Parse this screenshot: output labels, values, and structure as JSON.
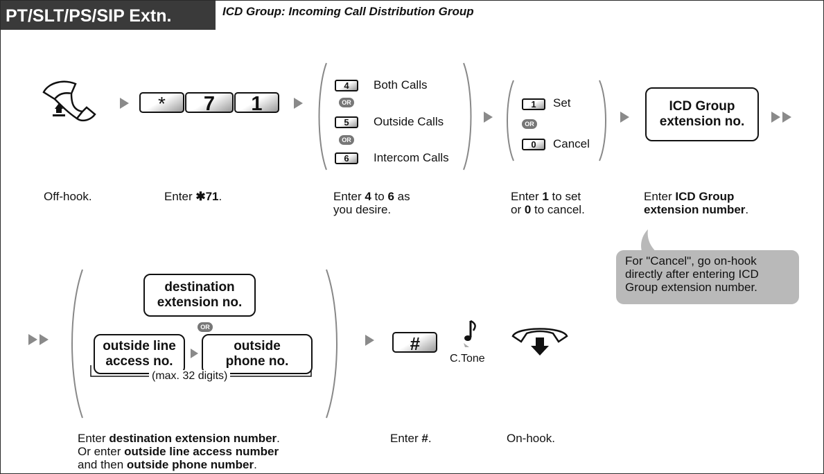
{
  "header": {
    "tab_label": "PT/SLT/PS/SIP Extn.",
    "subtitle": "ICD Group: Incoming Call Distribution Group"
  },
  "keys": {
    "star": "*",
    "seven": "7",
    "one": "1",
    "hash": "#",
    "four": "4",
    "five": "5",
    "six": "6",
    "set_one": "1",
    "cancel_zero": "0"
  },
  "or_label": "OR",
  "choice_group": {
    "both_calls": "Both Calls",
    "outside_calls": "Outside Calls",
    "intercom_calls": "Intercom Calls"
  },
  "set_cancel": {
    "set": "Set",
    "cancel": "Cancel"
  },
  "boxes": {
    "icd_group_ext": "ICD Group\nextension no.",
    "destination_ext": "destination\nextension no.",
    "outside_line_access": "outside line\naccess no.",
    "outside_phone": "outside\nphone no."
  },
  "max_digits": "(max. 32 digits)",
  "tone_label": "C.Tone",
  "steps": {
    "off_hook": "Off-hook.",
    "enter_71_prefix": "Enter ",
    "enter_71_code": "✱71",
    "enter_71_suffix": ".",
    "enter_4_6_a": "Enter ",
    "enter_4_6_four": "4",
    "enter_4_6_b": " to ",
    "enter_4_6_six": "6",
    "enter_4_6_c": " as",
    "enter_4_6_line2": "you desire.",
    "set_cancel_a": "Enter ",
    "set_cancel_one": "1",
    "set_cancel_b": " to set",
    "set_cancel_c": "or ",
    "set_cancel_zero": "0",
    "set_cancel_d": " to cancel.",
    "icd_a": "Enter ",
    "icd_bold1": "ICD Group",
    "icd_bold2": "extension number",
    "icd_end": ".",
    "dest_a": "Enter ",
    "dest_bold": "destination extension number",
    "dest_end": ".",
    "or_enter": "Or enter ",
    "outside_line_bold": "outside line access number",
    "and_then": "and then ",
    "outside_phone_bold": "outside phone number",
    "outside_end": ".",
    "enter_hash_a": "Enter ",
    "enter_hash_b": "#",
    "enter_hash_c": ".",
    "on_hook": "On-hook."
  },
  "callout": {
    "line1": "For \"Cancel\", go on-hook",
    "line2": "directly after entering ICD",
    "line3": "Group extension number."
  },
  "colors": {
    "tab_background": "#3a3a3a",
    "arrow_gray": "#8a8a8a",
    "callout_gray": "#b9b9b9",
    "or_badge_gray": "#777777"
  }
}
